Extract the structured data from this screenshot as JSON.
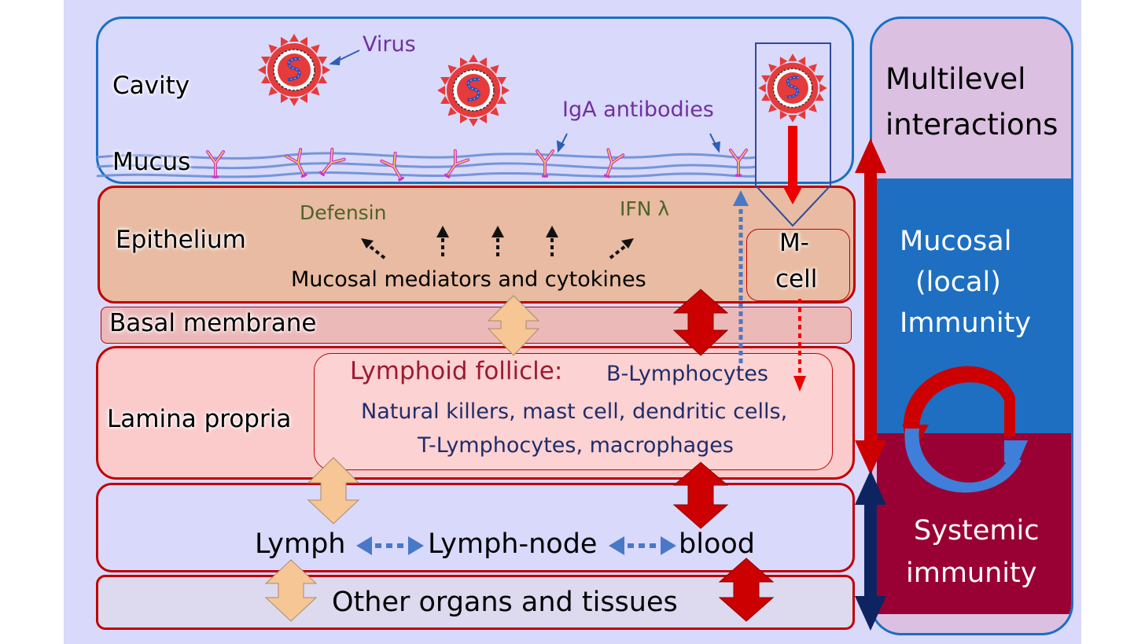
{
  "layers": {
    "cavity": "Cavity",
    "mucus": "Mucus",
    "epithelium": "Epithelium",
    "basal_membrane": "Basal membrane",
    "lamina_propria": "Lamina propria",
    "other_organs": "Other organs and tissues"
  },
  "annotations": {
    "virus": "Virus",
    "iga_antibodies": "IgA antibodies",
    "defensin": "Defensin",
    "ifn": "IFN λ",
    "mediators": "Mucosal mediators and cytokines",
    "m_cell_line1": "M-",
    "m_cell_line2": "cell"
  },
  "lymphoid": {
    "title": "Lymphoid follicle:",
    "b_lymphocytes": "B-Lymphocytes",
    "cells_line1": "Natural killers, mast cell, dendritic cells,",
    "cells_line2": "T-Lymphocytes, macrophages"
  },
  "circulation": {
    "lymph": "Lymph",
    "lymph_node": "Lymph-node",
    "blood": "blood"
  },
  "side_panel": {
    "multilevel_line1": "Multilevel",
    "multilevel_line2": "interactions",
    "mucosal_line1": "Mucosal",
    "mucosal_line2": "(local)",
    "mucosal_line3": "Immunity",
    "systemic_line1": "Systemic",
    "systemic_line2": "immunity"
  },
  "colors": {
    "background": "#d9d9fb",
    "layer_border_blue": "#1a6fc4",
    "layer_border_red": "#c00000",
    "epithelium_fill": "#e8bba2",
    "lamina_fill": "#fbcaca",
    "mucosal_panel": "#1e6fc2",
    "systemic_panel": "#990033",
    "virus_red": "#e53b3b",
    "arrow_peach": "#f7c695",
    "arrow_red": "#cc0000",
    "arrow_blue_dotted": "#4a78c8",
    "label_purple": "#7030a0",
    "label_green": "#4f6228",
    "label_navy": "#1f2d6b"
  }
}
